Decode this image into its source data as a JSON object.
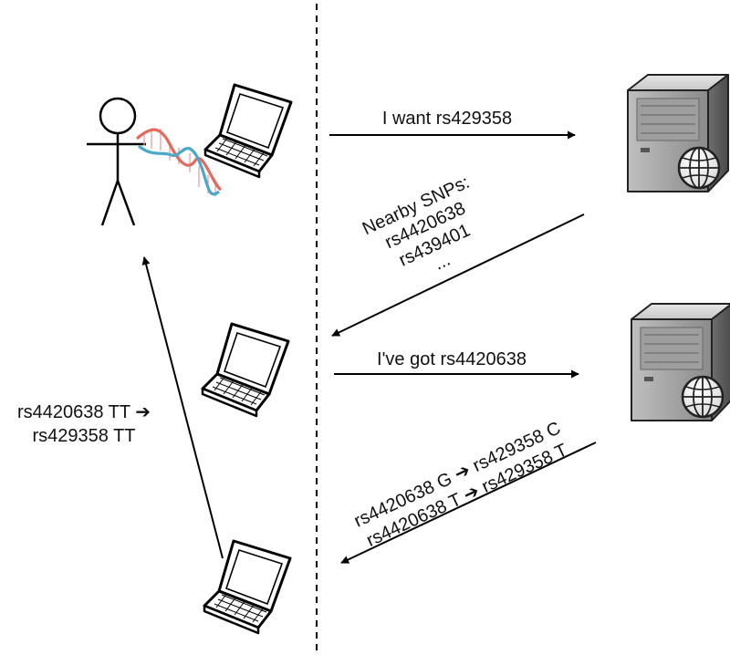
{
  "arrows": {
    "request": "I want rs429358",
    "nearby_title": "Nearby SNPs:",
    "nearby_1": "rs4420638",
    "nearby_2": "rs439401",
    "nearby_more": "...",
    "got": "I've got rs4420638",
    "rule_1": "rs4420638 G ➔ rs429358 C",
    "rule_2": "rs4420638 T ➔ rs429358 T"
  },
  "inference": {
    "line_1": "rs4420638 TT ➔",
    "line_2": "rs429358 TT"
  }
}
